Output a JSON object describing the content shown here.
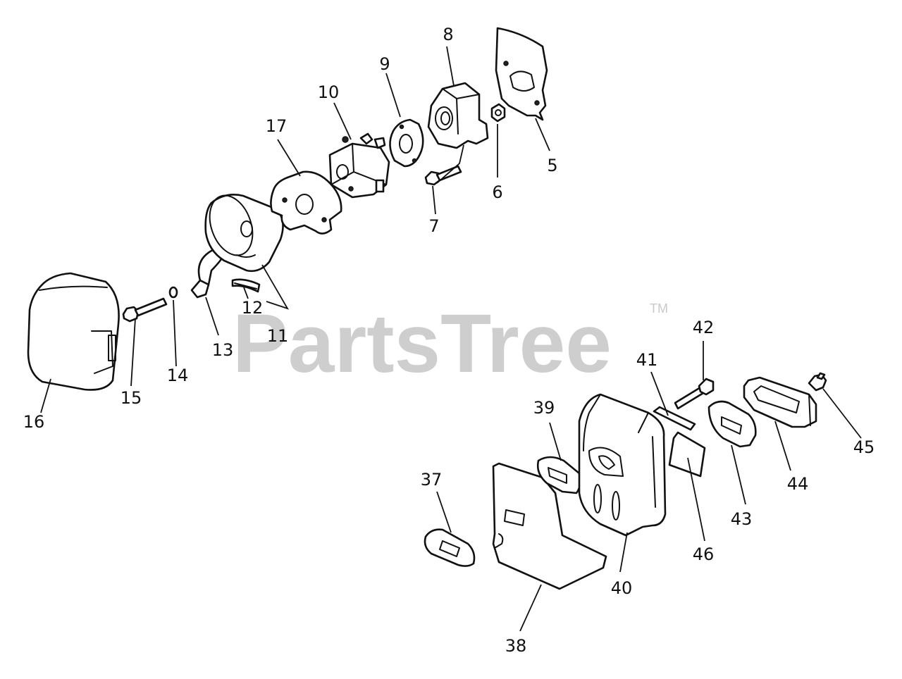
{
  "watermark": {
    "text": "PartsTree",
    "trademark": "TM"
  },
  "callouts": {
    "c5": "5",
    "c6": "6",
    "c7": "7",
    "c8": "8",
    "c9": "9",
    "c10": "10",
    "c11": "11",
    "c12": "12",
    "c13": "13",
    "c14": "14",
    "c15": "15",
    "c16": "16",
    "c17": "17",
    "c37": "37",
    "c38": "38",
    "c39": "39",
    "c40": "40",
    "c41": "41",
    "c42": "42",
    "c43": "43",
    "c44": "44",
    "c45": "45",
    "c46": "46"
  }
}
